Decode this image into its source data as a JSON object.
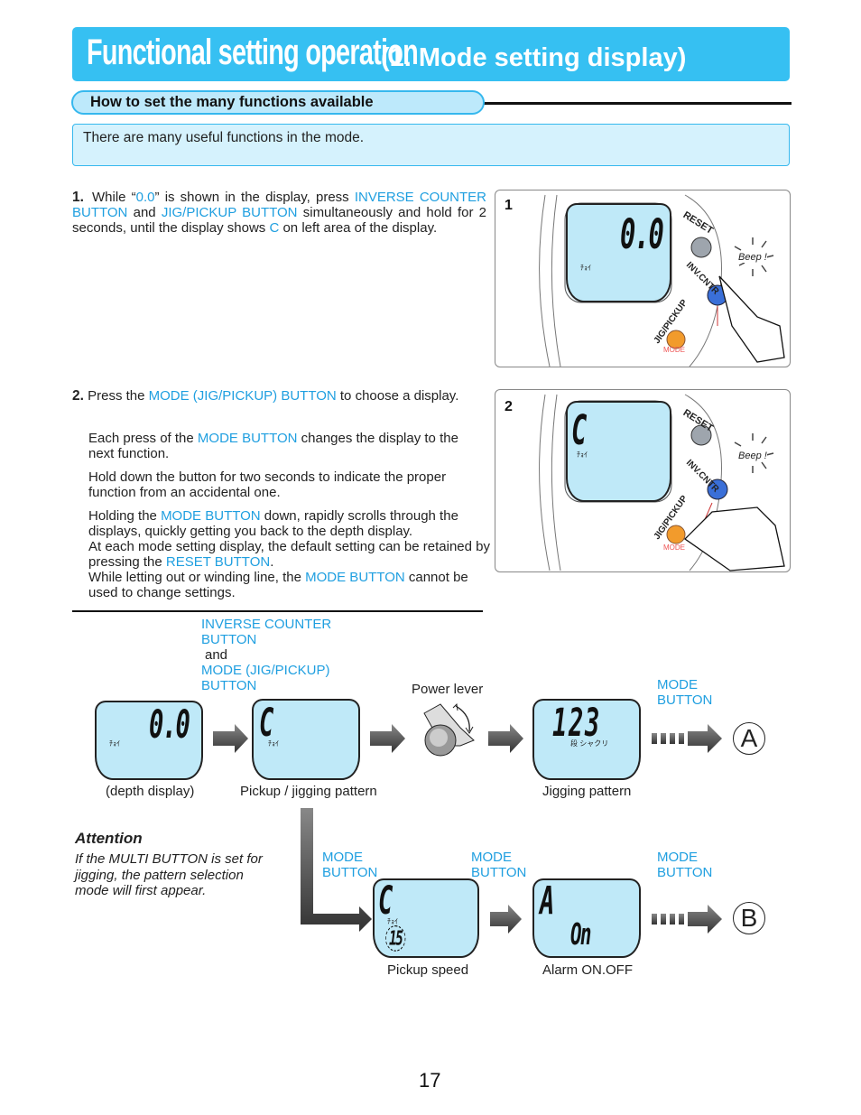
{
  "title": {
    "main": "Functional setting operation",
    "sub": "(1. Mode setting display)"
  },
  "section": {
    "title": "How to set the many functions available"
  },
  "intro": "There are many useful functions in the mode.",
  "step1": {
    "num": "1.",
    "p1": "While “",
    "v00": "0.0",
    "p2": "” is shown in the display, press ",
    "btn1": "INVERSE COUNTER BUTTON",
    "p3": " and ",
    "btn2": "JIG/PICKUP BUTTON",
    "p4": " simultaneously and hold for 2 seconds, until the display shows ",
    "c": "C",
    "p5": " on left area of the display."
  },
  "step2": {
    "num": "2.",
    "p1": " Press the ",
    "btn": "MODE (JIG/PICKUP) BUTTON",
    "p2": " to choose a display."
  },
  "paras": {
    "a1": "Each press of the ",
    "a_btn": "MODE BUTTON",
    "a2": " changes the display to the next function.",
    "b": "Hold down the button for two seconds to indicate the proper function from an accidental one.",
    "c1": "Holding the ",
    "c_btn": "MODE BUTTON",
    "c2": " down, rapidly scrolls through the displays, quickly getting you back to the depth display.",
    "d1": "At each mode setting display, the default setting can be retained by pressing the ",
    "d_btn": "RESET BUTTON",
    "d2": ".",
    "e1": "While letting out or winding line, the ",
    "e_btn": "MODE BUTTON",
    "e2": " cannot be used to change settings."
  },
  "fig1": {
    "num": "1",
    "lcd": "0.0",
    "lcd_small": "ﾁｮｲ",
    "reset": "RESET",
    "inv": "INV.CNTR",
    "jig": "JIG/PICKUP",
    "mode": "MODE",
    "beep": "Beep !"
  },
  "fig2": {
    "num": "2",
    "lcd": "C",
    "lcd_small": "ﾁｮｲ",
    "reset": "RESET",
    "inv": "INV.CNTR",
    "jig": "JIG/PICKUP",
    "mode": "MODE",
    "beep": "Beep !"
  },
  "flow": {
    "inv_label": "INVERSE COUNTER BUTTON",
    "and": "and",
    "mode_label": "MODE (JIG/PICKUP) BUTTON",
    "power_lever": "Power lever",
    "mode_button": "MODE BUTTON",
    "d1_digits": "0.0",
    "d1_small": "ﾁｮｲ",
    "d1_cap": "(depth display)",
    "d2_digits": "C",
    "d2_small": "ﾁｮｲ",
    "d2_cap": "Pickup / jigging pattern",
    "d3_digits": "123",
    "d3_small": "段 シャクリ",
    "d3_cap": "Jigging pattern",
    "d4_digits": "C",
    "d4_small": "ﾁｮｲ",
    "d4_sub": "15",
    "d4_cap": "Pickup speed",
    "d5_digits": "A",
    "d5_sub": "On",
    "d5_cap": "Alarm ON.OFF",
    "letter_a": "A",
    "letter_b": "B"
  },
  "attention": {
    "title": "Attention",
    "text": "If the MULTI BUTTON is set for jigging, the pattern selection mode will first appear."
  },
  "page_number": "17"
}
